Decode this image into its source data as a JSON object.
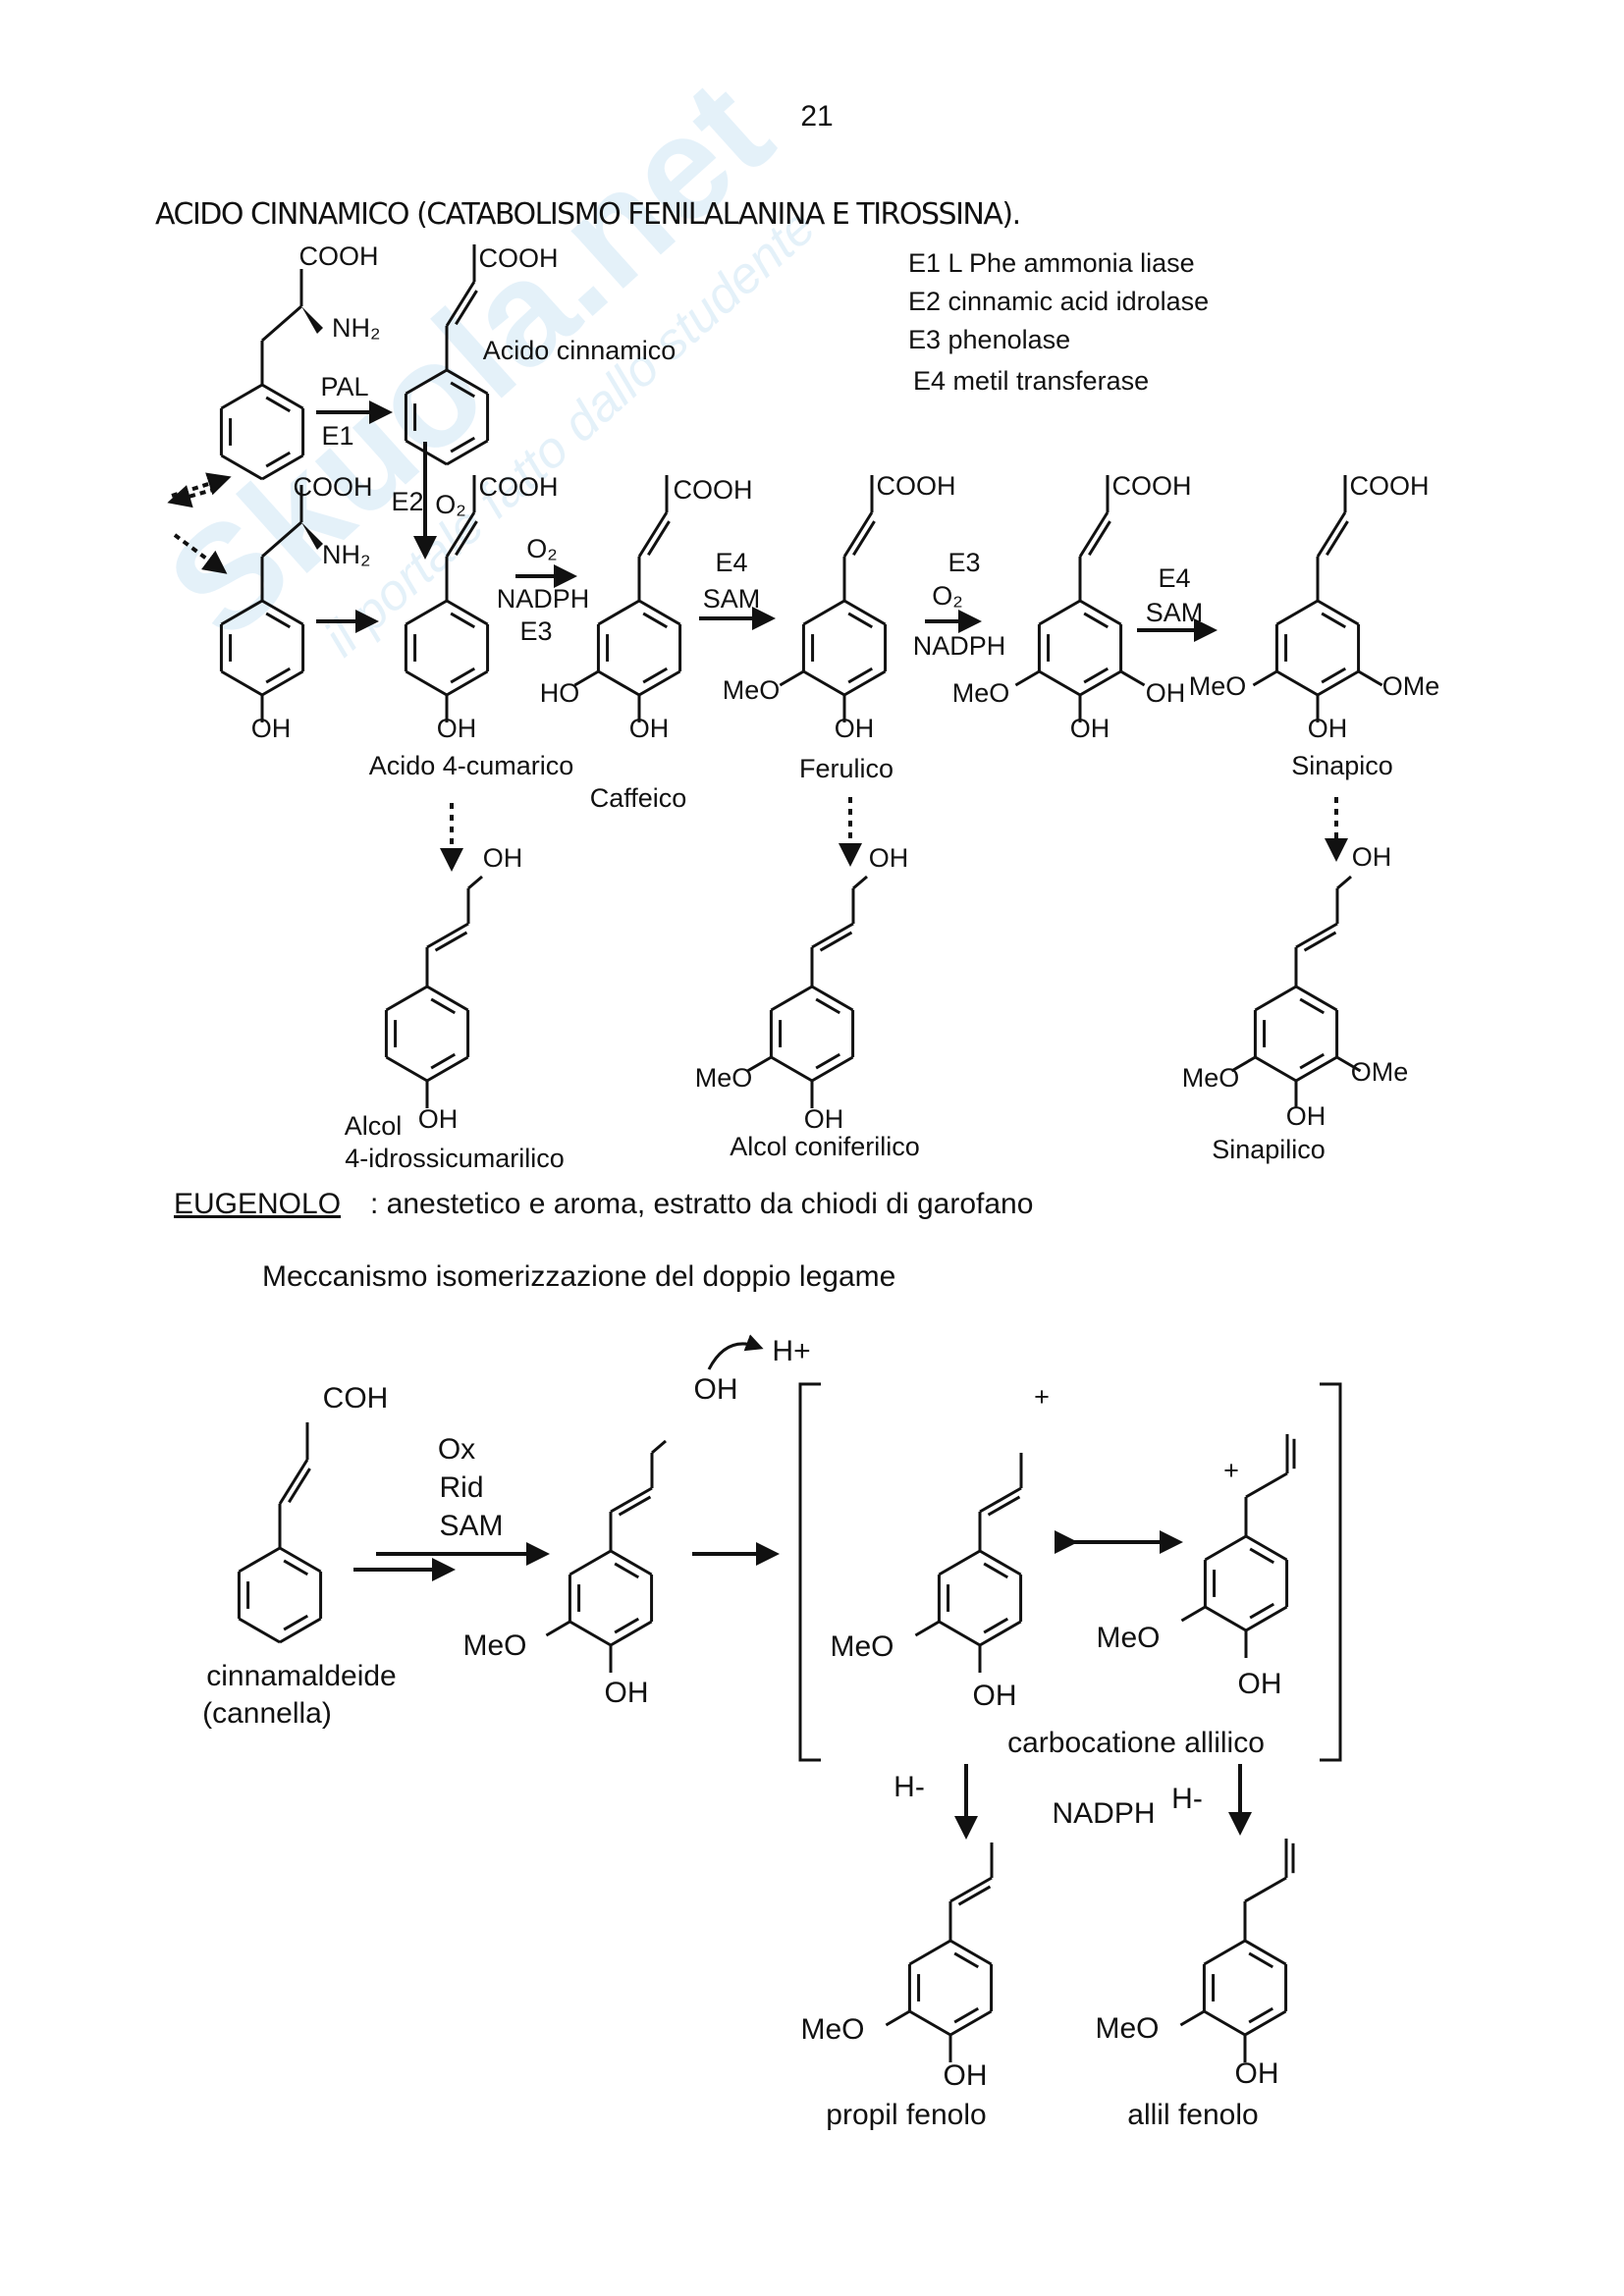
{
  "watermark": {
    "brand": "Skuola.net",
    "tagline": "il portale fatto dallo studente"
  },
  "page_number": "21",
  "section1": {
    "title": "ACIDO CINNAMICO (CATABOLISMO FENILALANINA E TIROSSINA).",
    "legend": [
      "E1 L Phe ammonia liase",
      "E2 cinnamic acid idrolase",
      "E3 phenolase",
      "E4 metil transferase"
    ],
    "labels": {
      "cooh": "COOH",
      "nh2": "NH₂",
      "oh": "OH",
      "ho": "HO",
      "meo": "MeO",
      "ome": "OMe",
      "pal": "PAL",
      "e1": "E1",
      "e2": "E2",
      "e3": "E3",
      "e4": "E4",
      "o2": "O₂",
      "nadph": "NADPH",
      "sam": "SAM"
    },
    "names": {
      "cinnamic": "Acido cinnamico",
      "coumaric": "Acido 4-cumarico",
      "caffeic": "Caffeico",
      "ferulic": "Ferulico",
      "sinapic": "Sinapico",
      "alcol": "Alcol",
      "coumaryl": "4-idrossicumarilico",
      "coniferyl": "Alcol coniferilico",
      "sinapyl": "Sinapilico"
    }
  },
  "section2": {
    "title_underlined": "EUGENOLO",
    "title_rest": ": anestetico e aroma, estratto da chiodi di garofano",
    "subtitle": "Meccanismo isomerizzazione del doppio legame",
    "labels": {
      "coh": "COH",
      "ox": "Ox",
      "rid": "Rid",
      "sam": "SAM",
      "oh": "OH",
      "meo": "MeO",
      "hplus": "H+",
      "plus": "+",
      "hminus": "H-",
      "nadph": "NADPH"
    },
    "names": {
      "cinnamaldeide": "cinnamaldeide",
      "cannella": "(cannella)",
      "carbocation": "carbocatione allilico",
      "propil": "propil fenolo",
      "allil": "allil fenolo"
    }
  }
}
